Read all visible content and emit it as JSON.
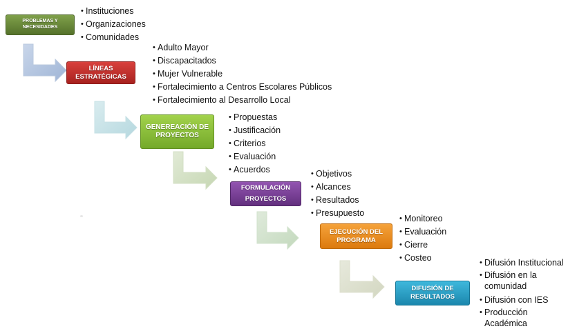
{
  "colors": {
    "step1": "#6b8a3a",
    "step2": "#c4302d",
    "step3": "#8fc23c",
    "step4": "#7b3f98",
    "step5": "#f0901e",
    "step6": "#2ba3c9",
    "arrow_light": "#e8ecdf",
    "text": "#111111"
  },
  "steps": [
    {
      "title_lines": [
        "PROBLEMAS Y",
        "NECESIDADES"
      ],
      "bullets": [
        "Instituciones",
        "Organizaciones",
        "Comunidades"
      ],
      "icon": "bent-arrow-icon"
    },
    {
      "title_lines": [
        "LÍNEAS",
        "ESTRATÉGICAS"
      ],
      "bullets": [
        "Adulto Mayor",
        "Discapacitados",
        "Mujer Vulnerable",
        "Fortalecimiento a Centros Escolares Públicos",
        "Fortalecimiento al Desarrollo Local"
      ],
      "icon": "bent-arrow-icon"
    },
    {
      "title_lines": [
        "GENEREACIÓN DE",
        "PROYECTOS"
      ],
      "bullets": [
        "Propuestas",
        "Justificación",
        "Criterios",
        "Evaluación",
        "Acuerdos"
      ],
      "icon": "bent-arrow-icon"
    },
    {
      "title_lines": [
        "FORMULACIÓN",
        "PROYECTOS"
      ],
      "bullets": [
        "Objetivos",
        "Alcances",
        "Resultados",
        "Presupuesto"
      ],
      "icon": "bent-arrow-icon"
    },
    {
      "title_lines": [
        "EJECUCIÓN DEL",
        "PROGRAMA"
      ],
      "bullets": [
        "Monitoreo",
        "Evaluación",
        "Cierre",
        "Costeo"
      ],
      "icon": "bent-arrow-icon"
    },
    {
      "title_lines": [
        "DIFUSIÓN DE",
        "RESULTADOS"
      ],
      "bullets": [
        "Difusión Institucional",
        "Difusión en la comunidad",
        "Difusión con IES",
        "Producción Académica"
      ],
      "icon": null
    }
  ]
}
